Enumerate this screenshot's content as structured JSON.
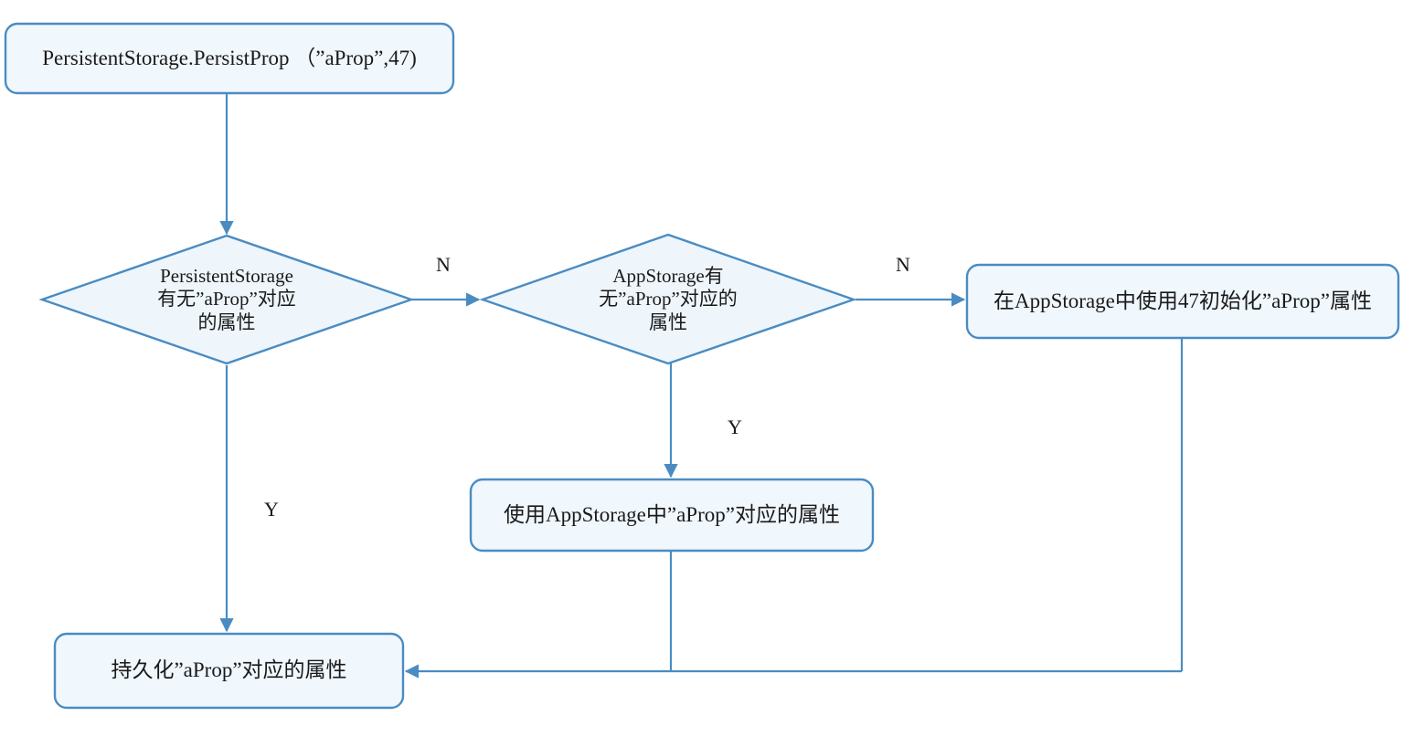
{
  "diagram": {
    "title": "PersistentStorage PersistProp flowchart",
    "colors": {
      "node_fill": "#f0f7fd",
      "node_stroke": "#4a8cc2",
      "edge_stroke": "#4a8cc2",
      "text": "#1a1a1a",
      "background": "#ffffff"
    },
    "nodes": [
      {
        "id": "start",
        "type": "process",
        "label": "PersistentStorage.PersistProp （”aProp”,47)"
      },
      {
        "id": "decision-persistentstorage",
        "type": "decision",
        "label": "PersistentStorage\n有无”aProp”对应\n的属性"
      },
      {
        "id": "decision-appstorage",
        "type": "decision",
        "label": "AppStorage有\n无”aProp”对应的\n属性"
      },
      {
        "id": "init-appstorage",
        "type": "process",
        "label": "在AppStorage中使用47初始化”aProp”属性"
      },
      {
        "id": "use-appstorage",
        "type": "process",
        "label": "使用AppStorage中”aProp”对应的属性"
      },
      {
        "id": "persist-prop",
        "type": "process",
        "label": "持久化”aProp”对应的属性"
      }
    ],
    "edges": [
      {
        "id": "start-to-decision1",
        "from": "start",
        "to": "decision-persistentstorage",
        "label": ""
      },
      {
        "id": "decision1-no",
        "from": "decision-persistentstorage",
        "to": "decision-appstorage",
        "label": "N"
      },
      {
        "id": "decision2-no",
        "from": "decision-appstorage",
        "to": "init-appstorage",
        "label": "N"
      },
      {
        "id": "decision2-yes",
        "from": "decision-appstorage",
        "to": "use-appstorage",
        "label": "Y"
      },
      {
        "id": "decision1-yes",
        "from": "decision-persistentstorage",
        "to": "persist-prop",
        "label": "Y"
      },
      {
        "id": "use-appstorage-to-persist",
        "from": "use-appstorage",
        "to": "persist-prop",
        "label": ""
      },
      {
        "id": "init-appstorage-to-persist",
        "from": "init-appstorage",
        "to": "persist-prop",
        "label": ""
      }
    ]
  }
}
